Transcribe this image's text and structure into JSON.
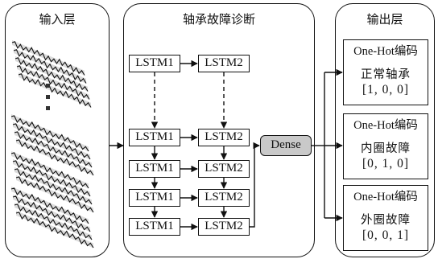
{
  "panels": {
    "input_title": "输入层",
    "diagnosis_title": "轴承故障诊断",
    "output_title": "输出层"
  },
  "nodes": {
    "lstm1": "LSTM1",
    "lstm2": "LSTM2",
    "dense": "Dense"
  },
  "outputs": [
    {
      "header": "One-Hot编码",
      "class_name": "正常轴承",
      "vector": "[1, 0, 0]"
    },
    {
      "header": "One-Hot编码",
      "class_name": "内圈故障",
      "vector": "[0, 1, 0]"
    },
    {
      "header": "One-Hot编码",
      "class_name": "外圈故障",
      "vector": "[0, 0, 1]"
    }
  ],
  "colors": {
    "line": "#111111",
    "dense_fill": "#c9c9c9",
    "signal_stripe": "#dcdcdc"
  }
}
